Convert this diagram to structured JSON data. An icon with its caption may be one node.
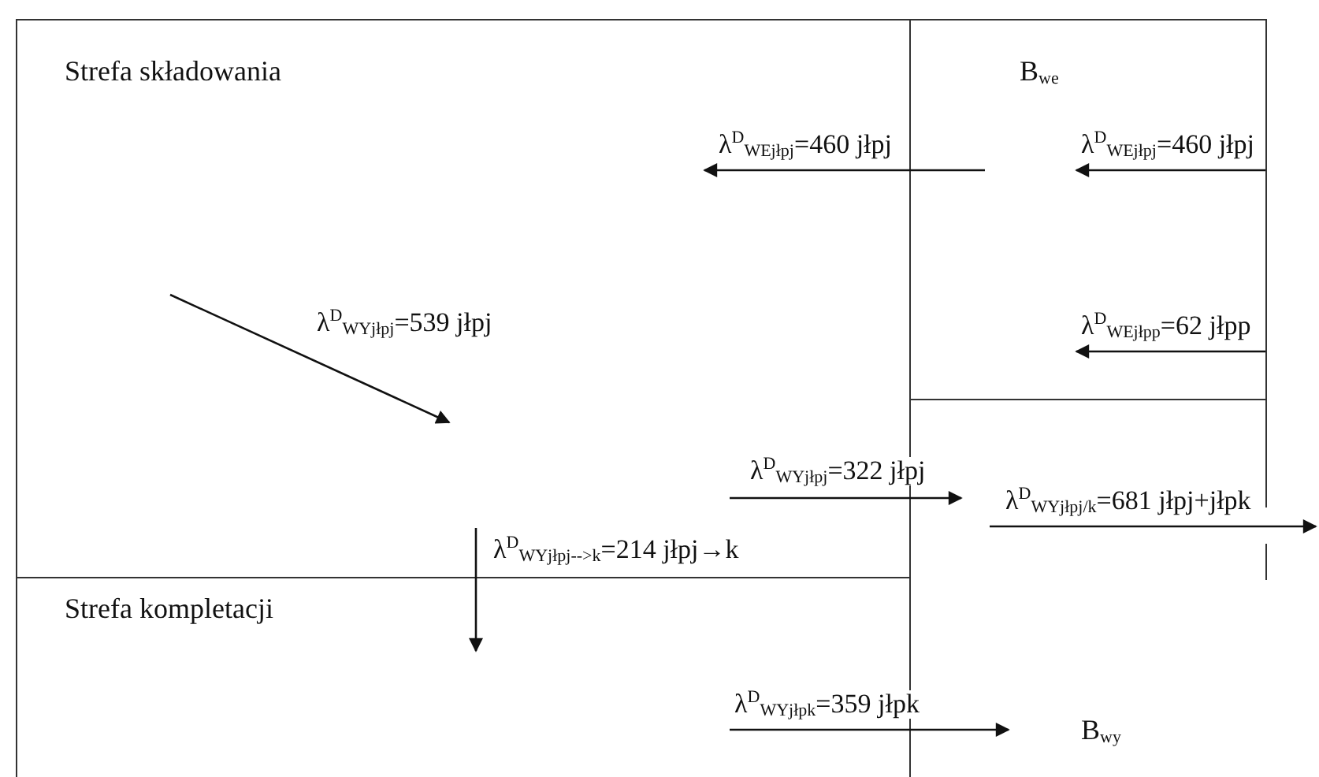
{
  "diagram": {
    "nodes": [
      {
        "text": [
          "Strefa składowania"
        ]
      },
      {
        "text": [
          "B$_{we}$"
        ]
      },
      {
        "text": [
          "Strefa kompletacji"
        ]
      },
      {
        "text": [
          "B$_{wy}$"
        ]
      }
    ],
    "edges": [
      {
        "from": 1,
        "to": 0,
        "arrow": "to",
        "label": "λ$^{D}$$_{WEjłpj}$=460 jłpj"
      },
      {
        "from": null,
        "to": 1,
        "arrow": "to",
        "label": "λ$^{D}$$_{WEjłpj}$=460 jłpj"
      },
      {
        "from": null,
        "to": 1,
        "arrow": "to",
        "label": "λ$^{D}$$_{WEjłpp}$=62 jłpp"
      },
      {
        "from": null,
        "to": 0,
        "arrow": "to",
        "label": "λ$^{D}$$_{WYjłpj}$=539 jłpj"
      },
      {
        "from": 0,
        "to": 3,
        "arrow": "to",
        "label": "λ$^{D}$$_{WYjłpj}$=322 jłpj"
      },
      {
        "from": 3,
        "to": null,
        "arrow": "to",
        "label": "λ$^{D}$$_{WYjłpj/k}$=681 jłpj+jłpk"
      },
      {
        "from": 0,
        "to": 2,
        "arrow": "to",
        "label": "λ$^{D}$$_{WYjłpj-->k}$=214 jłpj→k"
      },
      {
        "from": 2,
        "to": 3,
        "arrow": "to",
        "label": "λ$^{D}$$_{WYjłpk}$=359 jłpk"
      }
    ]
  }
}
